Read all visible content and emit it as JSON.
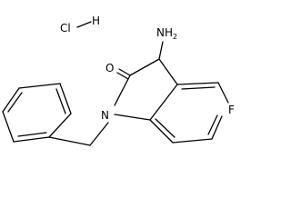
{
  "molecule": {
    "atom_labels": {
      "chlorine": "Cl",
      "hydrogen": "H",
      "amine_nitrogen": "NH",
      "amine_subscript": "2",
      "carbonyl_oxygen": "O",
      "ring_nitrogen": "N",
      "fluorine": "F"
    }
  },
  "colors": {
    "bond": "#000000",
    "text": "#000000",
    "background": "#ffffff"
  }
}
